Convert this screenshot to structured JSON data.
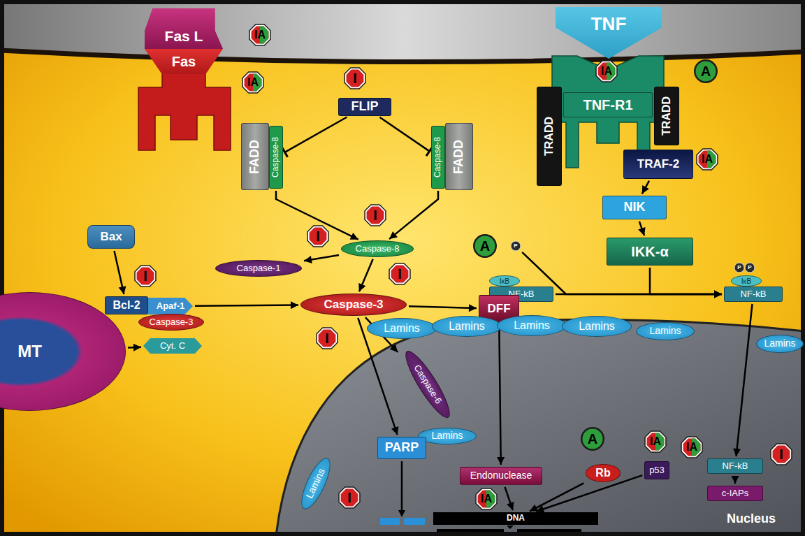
{
  "diagram": {
    "nodes": [
      {
        "text": [
          "Fas L"
        ]
      },
      {
        "text": [
          "IA"
        ]
      },
      {
        "text": [
          "Fas"
        ]
      },
      {
        "text": [
          "IA"
        ]
      },
      {
        "text": [
          "I"
        ]
      },
      {
        "text": [
          "FLIP"
        ]
      },
      {
        "text": [
          "TNF"
        ]
      },
      {
        "text": [
          "TNF-R1"
        ]
      },
      {
        "text": [
          "IA"
        ]
      },
      {
        "text": [
          "A"
        ]
      },
      {
        "text": [
          "FADD"
        ]
      },
      {
        "text": [
          "Caspase-8"
        ]
      },
      {
        "text": [
          "Caspase-8"
        ]
      },
      {
        "text": [
          "FADD"
        ]
      },
      {
        "text": [
          "TRADD"
        ]
      },
      {
        "text": [
          "TRADD"
        ]
      },
      {
        "text": [
          "TRAF-2"
        ]
      },
      {
        "text": [
          "IA"
        ]
      },
      {
        "text": [
          "NIK"
        ]
      },
      {
        "text": [
          "I"
        ]
      },
      {
        "text": [
          "Caspase-8"
        ]
      },
      {
        "text": [
          "I"
        ]
      },
      {
        "text": [
          "Caspase-1"
        ]
      },
      {
        "text": [
          "I"
        ]
      },
      {
        "text": [
          "Bax"
        ]
      },
      {
        "text": [
          "IKK-α"
        ]
      },
      {
        "text": [
          "A"
        ]
      },
      {
        "text": [
          "P"
        ]
      },
      {
        "text": [
          "IκB"
        ]
      },
      {
        "text": [
          "NF-kB"
        ]
      },
      {
        "text": [
          "P"
        ]
      },
      {
        "text": [
          "P"
        ]
      },
      {
        "text": [
          "IκB"
        ]
      },
      {
        "text": [
          "NF-kB"
        ]
      },
      {
        "text": [
          "MT"
        ]
      },
      {
        "text": [
          "I"
        ]
      },
      {
        "text": [
          "Bcl-2"
        ]
      },
      {
        "text": [
          "Apaf-1"
        ]
      },
      {
        "text": [
          "Caspase-3"
        ]
      },
      {
        "text": [
          "Cyt. C"
        ]
      },
      {
        "text": [
          "Caspase-3"
        ]
      },
      {
        "text": [
          "I"
        ]
      },
      {
        "text": [
          "DFF"
        ]
      },
      {
        "text": [
          "Caspase-6"
        ]
      },
      {
        "text": [
          "Lamins"
        ]
      },
      {
        "text": [
          "Lamins"
        ]
      },
      {
        "text": [
          "Lamins"
        ]
      },
      {
        "text": [
          "Lamins"
        ]
      },
      {
        "text": [
          "Lamins"
        ]
      },
      {
        "text": [
          "Lamins"
        ]
      },
      {
        "text": [
          "Lamins"
        ]
      },
      {
        "text": [
          "Lamins"
        ]
      },
      {
        "text": [
          "Nucleus"
        ]
      },
      {
        "text": [
          "I"
        ],
        "in": 52
      },
      {
        "text": [
          "PARP"
        ],
        "in": 52
      },
      {
        "text": [
          "Endonuclease"
        ],
        "in": 52
      },
      {
        "text": [
          "IA"
        ],
        "in": 52
      },
      {
        "text": [
          "A"
        ],
        "in": 52
      },
      {
        "text": [
          "Rb"
        ],
        "in": 52
      },
      {
        "text": [
          "IA"
        ],
        "in": 52
      },
      {
        "text": [
          "p53"
        ],
        "in": 52
      },
      {
        "text": [
          "DNA"
        ],
        "in": 52
      },
      {
        "text": [
          "IA"
        ],
        "in": 52
      },
      {
        "text": [
          "NF-kB"
        ],
        "in": 52
      },
      {
        "text": [
          "I"
        ],
        "in": 52
      },
      {
        "text": [
          "c-IAPs"
        ],
        "in": 52
      }
    ],
    "edges": [
      {
        "from": 5,
        "to": 11,
        "arrow": "to"
      },
      {
        "from": 5,
        "to": 12,
        "arrow": "to"
      },
      {
        "from": 11,
        "to": 20,
        "arrow": "to"
      },
      {
        "from": 12,
        "to": 20,
        "arrow": "to"
      },
      {
        "from": 20,
        "to": 22,
        "arrow": "to"
      },
      {
        "from": 20,
        "to": 40,
        "arrow": "to"
      },
      {
        "from": 24,
        "to": 36,
        "arrow": "to"
      },
      {
        "from": 34,
        "to": 39,
        "arrow": "to"
      },
      {
        "from": 37,
        "to": 40,
        "arrow": "to"
      },
      {
        "from": 40,
        "to": 42,
        "arrow": "to"
      },
      {
        "from": 40,
        "to": 43,
        "arrow": "to"
      },
      {
        "from": 40,
        "to": 54,
        "arrow": "to"
      },
      {
        "from": 42,
        "to": 55,
        "arrow": "to"
      },
      {
        "from": 55,
        "to": 61,
        "arrow": "to"
      },
      {
        "from": 58,
        "to": 61,
        "arrow": "to"
      },
      {
        "from": 60,
        "to": 61,
        "arrow": "to"
      },
      {
        "from": 16,
        "to": 18,
        "arrow": "to"
      },
      {
        "from": 18,
        "to": 25,
        "arrow": "to"
      },
      {
        "from": 25,
        "to": 33,
        "arrow": "to"
      },
      {
        "from": 27,
        "to": 33,
        "arrow": "to"
      },
      {
        "from": 29,
        "to": 33,
        "arrow": "to"
      },
      {
        "from": 33,
        "to": 63,
        "arrow": "to"
      },
      {
        "from": 63,
        "to": 65,
        "arrow": "to"
      }
    ]
  }
}
